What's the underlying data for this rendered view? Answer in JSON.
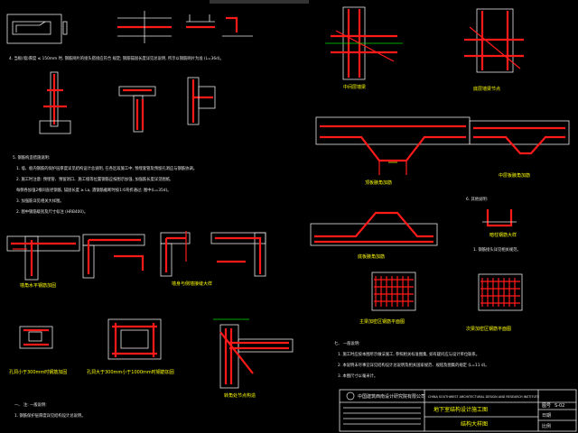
{
  "title": "",
  "labels": {
    "upper_beam": "中间层墙梁",
    "top_beam": "底层墙梁节点",
    "haunch_beam": "顶板腋角加筋",
    "mid_support": "中层板腋角加筋",
    "bottom_haunch": "底板腋角加筋",
    "corner_bar": "暗柱钢筋大样",
    "wall_corner": "墙角水平钢筋加固",
    "wall_l": "墙身与侧墙接缝大样",
    "opening_small": "孔洞小于300mm时钢筋加固",
    "opening_large": "孔洞大于300mm小于1000mm时钢筋加固",
    "corner_detail": "转角处节点构造",
    "mesh_a": "主梁加密区钢筋平面图",
    "mesh_b": "次梁加密区钢筋平面图"
  },
  "notes": {
    "n4": "4. 当板(墙)厚度 ≤ 150mm 时, 钢筋网片的接头搭接应符合 规定; 钢筋锚固长度详见总说明, 所示以钢筋网片为准 (L=36d)。",
    "n5_title": "5. 钢筋构造措施说明:",
    "n5_1": "1. 墙、板内钢筋的保护层厚度详见结构设计总说明, 在各区段施工中, 预埋套管及预留孔洞应与钢筋协调。",
    "n5_2": "2. 施工时注意: 预埋管、预留洞口、施工缝等位置钢筋应按图示加强, 加强筋长度详见图纸,",
    "n5_3": "   每侧各加强2根同直径钢筋, 锚固长度 ≥ La, 遇钢筋截断时按1:6弯折通过; 图中(L=35d)。",
    "n5_4": "3. 加强筋详见相关大样图。",
    "n6": "6. 其他说明:",
    "n6_1": "1. 钢筋接头详见相关规范。",
    "n6_2": "2. 图中钢筋级别及尺寸标注 (HRB400)。",
    "n7": "七、 一般说明:",
    "n7_1": "1. 施工时应按本图所示做法施工, 参照相关标准图集, 如有疑问应与设计单位联系。",
    "n7_2": "2. 本说明未尽事宜详见结构设计总说明及相关国家规范、规程及图集的规定 (L=11 d)。",
    "n7_3": "3. 本图尺寸以毫米计。",
    "n8": "一、 注: 一般说明:",
    "n8_1": "1. 钢筋保护层厚度详见结构设计总说明。"
  },
  "titleblock": {
    "company": "中国建筑西南设计研究院有限公司",
    "company_sub": "CHINA SOUTHWEST ARCHITECTURAL DESIGN AND RESEARCH INSTITUTE",
    "project": "地下室结构设计施工图",
    "drawing": "结构大样图",
    "no_label": "图号",
    "no": "S-02",
    "date_label": "日期",
    "scale_label": "比例"
  }
}
